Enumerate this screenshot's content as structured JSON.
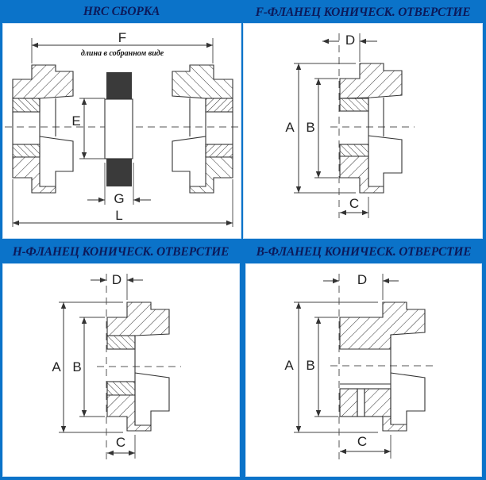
{
  "panels": {
    "hrc_assembly": {
      "title": "HRC СБОРКА",
      "note": "длина в собранном виде",
      "labels": {
        "F": "F",
        "E": "E",
        "G": "G",
        "L": "L"
      }
    },
    "f_flange": {
      "title": "F-ФЛАНЕЦ КОНИЧЕСК. ОТВЕРСТИЕ",
      "labels": {
        "A": "A",
        "B": "B",
        "C": "C",
        "D": "D"
      }
    },
    "h_flange": {
      "title": "H-ФЛАНЕЦ КОНИЧЕСК. ОТВЕРСТИЕ",
      "labels": {
        "A": "A",
        "B": "B",
        "C": "C",
        "D": "D"
      }
    },
    "b_flange": {
      "title": "B-ФЛАНЕЦ КОНИЧЕСК. ОТВЕРСТИЕ",
      "labels": {
        "A": "A",
        "B": "B",
        "C": "C",
        "D": "D"
      }
    }
  },
  "colors": {
    "background": "#0b73c9",
    "title": "#0c1a5a",
    "spider": "#3a3a3a"
  }
}
